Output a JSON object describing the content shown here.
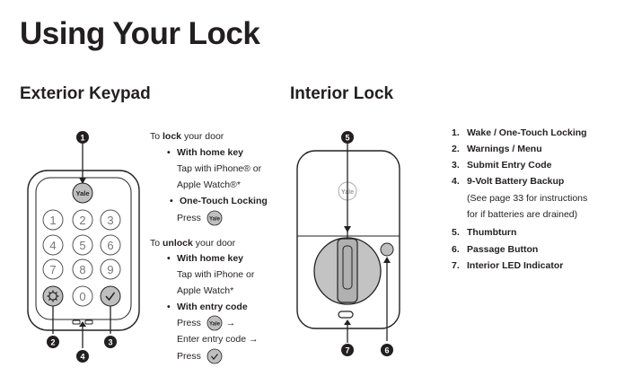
{
  "title": "Using Your Lock",
  "exterior": {
    "heading": "Exterior Keypad",
    "brand": "Yale",
    "keys": [
      "1",
      "2",
      "3",
      "4",
      "5",
      "6",
      "7",
      "8",
      "9",
      "",
      "0",
      ""
    ],
    "callouts": [
      "1",
      "2",
      "3",
      "4"
    ]
  },
  "interior": {
    "heading": "Interior Lock",
    "brand": "Yale",
    "callouts": [
      "5",
      "6",
      "7"
    ]
  },
  "instructions": {
    "lock_intro_pre": "To ",
    "lock_intro_bold": "lock",
    "lock_intro_post": " your door",
    "lock_home_key": "With home key",
    "lock_home_key_line1": "Tap with iPhone® or",
    "lock_home_key_line2": "Apple Watch®*",
    "lock_one_touch": "One-Touch Locking",
    "lock_press": "Press",
    "unlock_intro_pre": "To ",
    "unlock_intro_bold": "unlock",
    "unlock_intro_post": " your door",
    "unlock_home_key": "With home key",
    "unlock_home_key_line1": "Tap with iPhone or",
    "unlock_home_key_line2": "Apple Watch*",
    "unlock_entry_code": "With entry code",
    "unlock_press1": "Press",
    "unlock_enter_code": "Enter entry code",
    "unlock_press2": "Press",
    "arrow": "→"
  },
  "legend": [
    {
      "num": "1.",
      "label": "Wake / One-Touch Locking"
    },
    {
      "num": "2.",
      "label": "Warnings / Menu"
    },
    {
      "num": "3.",
      "label": "Submit Entry Code"
    },
    {
      "num": "4.",
      "label": "9-Volt Battery Backup"
    },
    {
      "num": "5.",
      "label": "Thumbturn"
    },
    {
      "num": "6.",
      "label": "Passage Button"
    },
    {
      "num": "7.",
      "label": "Interior LED Indicator"
    }
  ],
  "legend_note": {
    "line1": "(See page 33 for instructions",
    "line2": "for if batteries are drained)"
  }
}
